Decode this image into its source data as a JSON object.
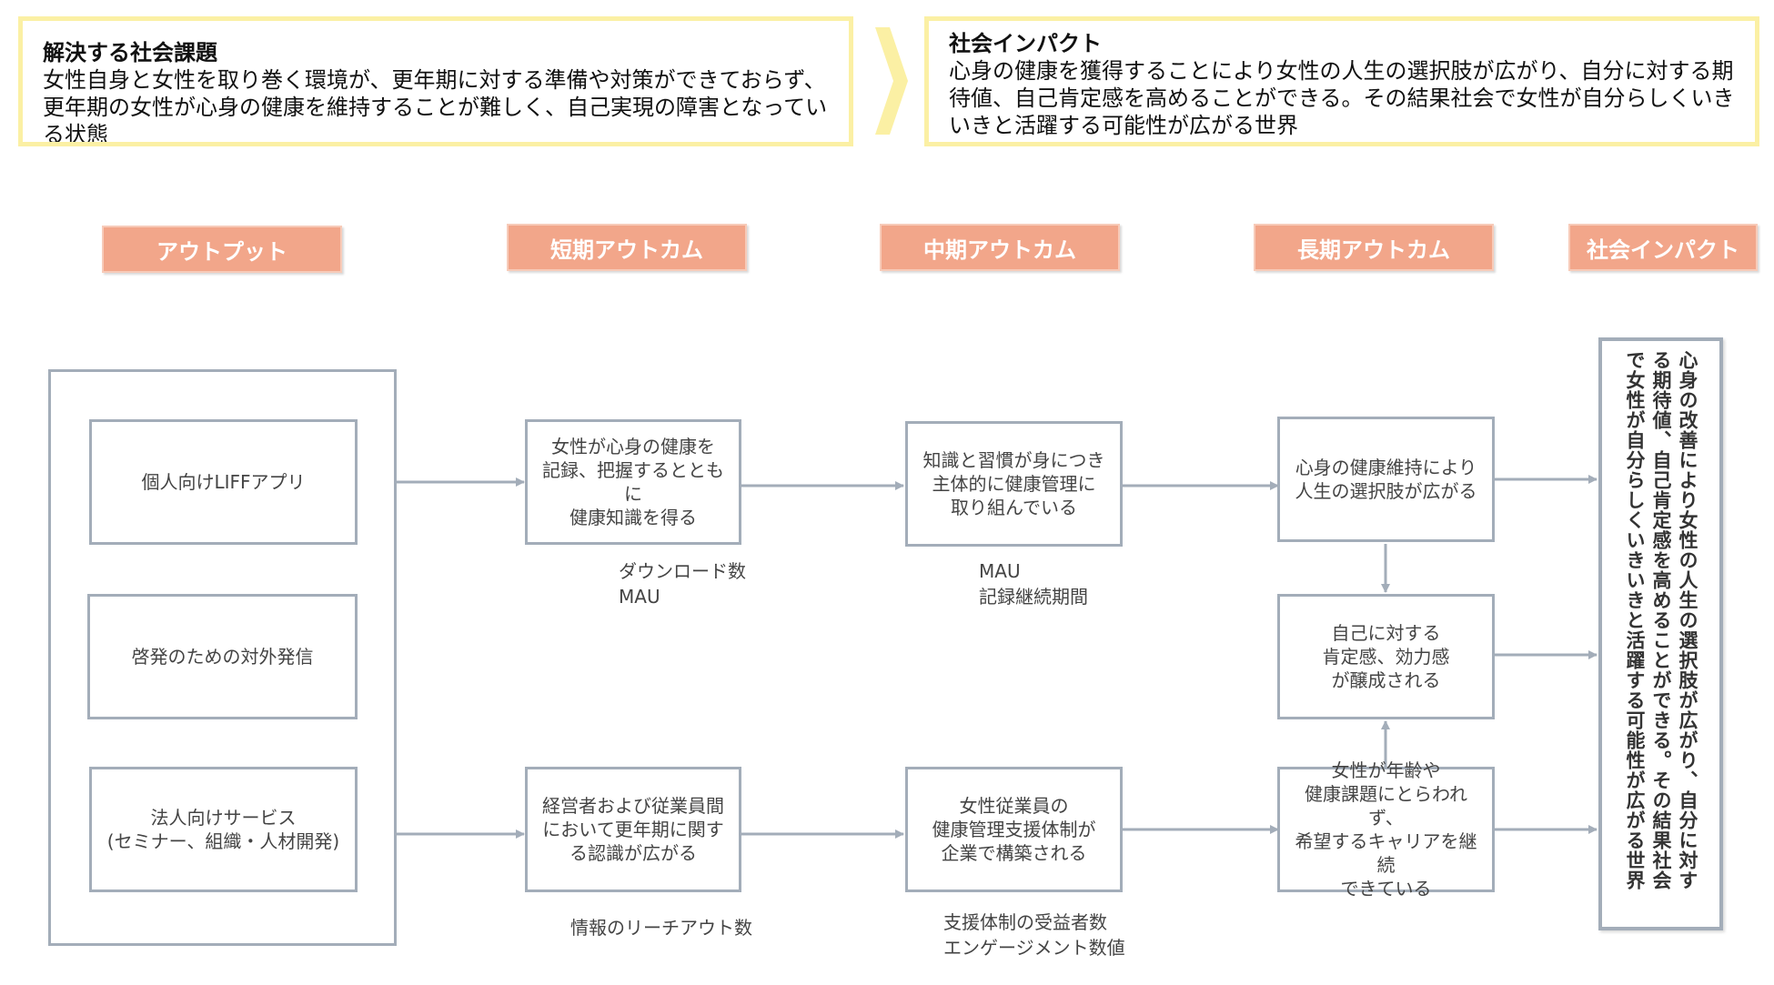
{
  "problem": {
    "title": "解決する社会課題",
    "text": "女性自身と女性を取り巻く環境が、更年期に対する準備や対策ができておらず、更年期の女性が心身の健康を維持することが難しく、自己実現の障害となっている状態"
  },
  "impact_banner": {
    "title": "社会インパクト",
    "text": "心身の健康を獲得することにより女性の人生の選択肢が広がり、自分に対する期待値、自己肯定感を高めることができる。その結果社会で女性が自分らしくいきいきと活躍する可能性が広がる世界"
  },
  "headers": {
    "output": "アウトプット",
    "short": "短期アウトカム",
    "mid": "中期アウトカム",
    "long": "長期アウトカム",
    "impact": "社会インパクト"
  },
  "outputs": {
    "liff": "個人向けLIFFアプリ",
    "outreach": "啓発のための対外発信",
    "corporate": "法人向けサービス\n(セミナー、組織・人材開発)"
  },
  "short_outcomes": {
    "top": "女性が心身の健康を\n記録、把握するとともに\n健康知識を得る",
    "bottom": "経営者および従業員間\nにおいて更年期に関す\nる認識が広がる"
  },
  "mid_outcomes": {
    "top": "知識と習慣が身につき\n主体的に健康管理に\n取り組んでいる",
    "bottom": "女性従業員の\n健康管理支援体制が\n企業で構築される"
  },
  "long_outcomes": {
    "top": "心身の健康維持により\n人生の選択肢が広がる",
    "middle": "自己に対する\n肯定感、効力感\nが醸成される",
    "bottom": "女性が年齢や\n健康課題にとらわれず、\n希望するキャリアを継続\nできている"
  },
  "metrics": {
    "short_top": "ダウンロード数\nMAU",
    "mid_top": "MAU\n記録継続期間",
    "short_bottom": "情報のリーチアウト数",
    "mid_bottom": "支援体制の受益者数\nエンゲージメント数値"
  },
  "impact_vertical": "心身の改善により女性の人生の選択肢が広がり、自分に対する期待値、自己肯定感を高めることができる。その結果社会で女性が自分らしくいきいきと活躍する可能性が広がる世界",
  "colors": {
    "banner_border": "#fbf0a4",
    "header_fill": "#f2a68a",
    "node_border": "#a3adb9",
    "arrow": "#a3adb9"
  }
}
